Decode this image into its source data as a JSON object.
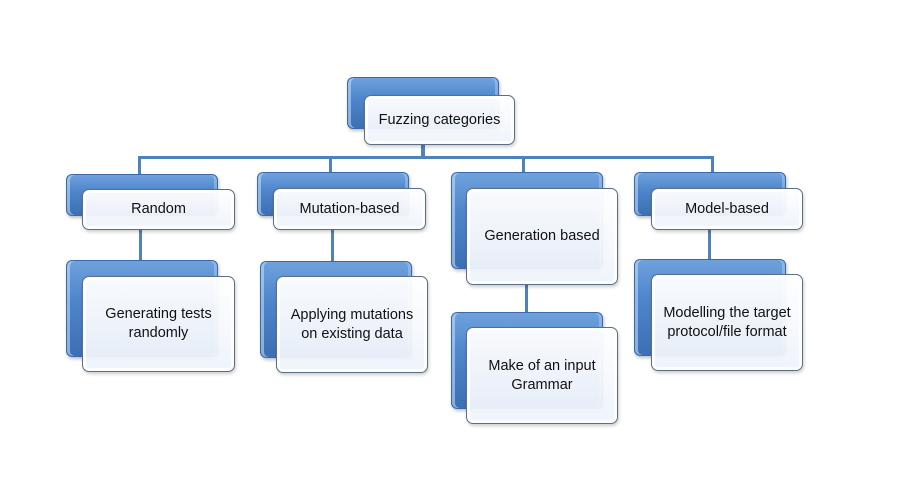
{
  "diagram": {
    "root": {
      "label": "Fuzzing categories"
    },
    "categories": [
      {
        "label": "Random",
        "description": "Generating tests randomly"
      },
      {
        "label": "Mutation-based",
        "description": "Applying mutations on existing data"
      },
      {
        "label": "Generation based",
        "description": "Make of an input Grammar"
      },
      {
        "label": "Model-based",
        "description": "Modelling the target protocol/file format"
      }
    ],
    "colors": {
      "accent": "#4f81bd",
      "border": "#5b6e86"
    }
  }
}
